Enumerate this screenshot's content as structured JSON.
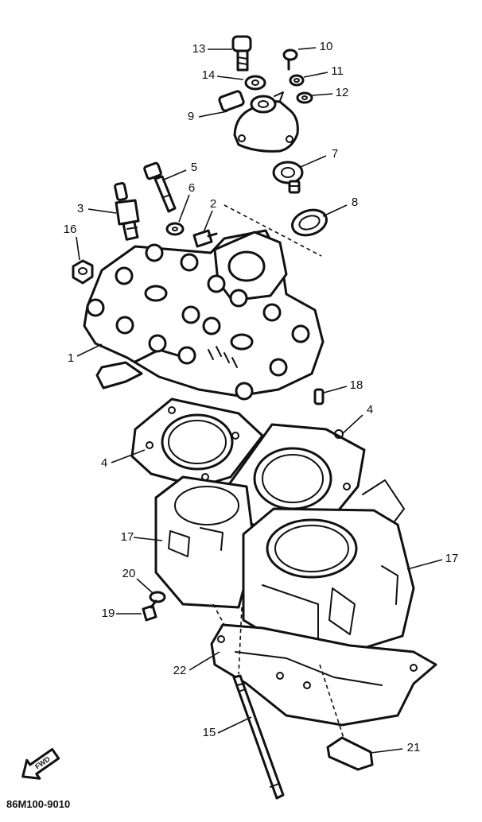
{
  "diagram_code": "86M100-9010",
  "forward_indicator": "FWD",
  "callouts": [
    {
      "id": "c13",
      "label": "13"
    },
    {
      "id": "c14",
      "label": "14"
    },
    {
      "id": "c9",
      "label": "9"
    },
    {
      "id": "c10",
      "label": "10"
    },
    {
      "id": "c11",
      "label": "11"
    },
    {
      "id": "c12",
      "label": "12"
    },
    {
      "id": "c7",
      "label": "7"
    },
    {
      "id": "c5",
      "label": "5"
    },
    {
      "id": "c3",
      "label": "3"
    },
    {
      "id": "c6",
      "label": "6"
    },
    {
      "id": "c2",
      "label": "2"
    },
    {
      "id": "c8",
      "label": "8"
    },
    {
      "id": "c16",
      "label": "16"
    },
    {
      "id": "c1",
      "label": "1"
    },
    {
      "id": "c18",
      "label": "18"
    },
    {
      "id": "c4a",
      "label": "4"
    },
    {
      "id": "c4b",
      "label": "4"
    },
    {
      "id": "c17a",
      "label": "17"
    },
    {
      "id": "c17b",
      "label": "17"
    },
    {
      "id": "c20",
      "label": "20"
    },
    {
      "id": "c19",
      "label": "19"
    },
    {
      "id": "c22",
      "label": "22"
    },
    {
      "id": "c15",
      "label": "15"
    },
    {
      "id": "c21",
      "label": "21"
    }
  ]
}
